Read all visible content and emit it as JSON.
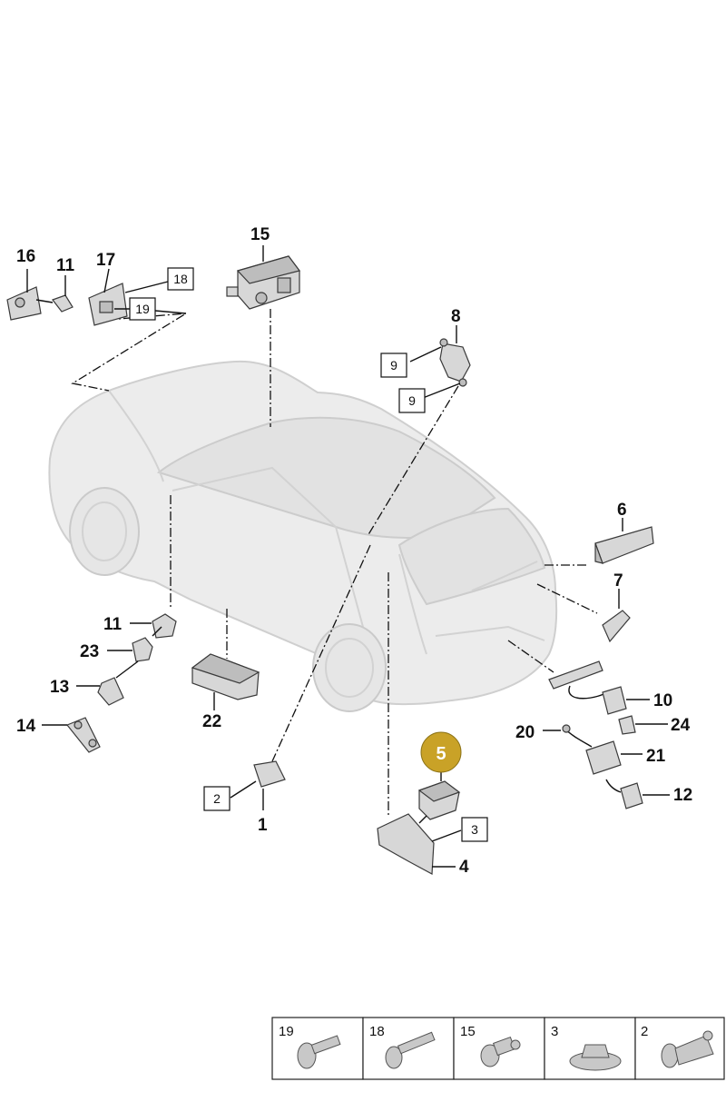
{
  "highlight_color": "#c9a227",
  "callouts": {
    "c16": "16",
    "c11a": "11",
    "c17": "17",
    "c15": "15",
    "c8": "8",
    "c6": "6",
    "c7": "7",
    "c11b": "11",
    "c23": "23",
    "c13": "13",
    "c14": "14",
    "c22": "22",
    "c10": "10",
    "c20": "20",
    "c24": "24",
    "c21": "21",
    "c12": "12",
    "c1": "1",
    "c4": "4"
  },
  "boxed": {
    "b18": "18",
    "b19": "19",
    "b9a": "9",
    "b9b": "9",
    "b2": "2",
    "b3": "3"
  },
  "highlighted": "5",
  "legend": [
    {
      "num": "19",
      "icon": "flange-bolt-icon"
    },
    {
      "num": "18",
      "icon": "bolt-icon"
    },
    {
      "num": "15",
      "icon": "clip-icon"
    },
    {
      "num": "3",
      "icon": "nut-icon"
    },
    {
      "num": "2",
      "icon": "expansion-rivet-icon"
    }
  ]
}
